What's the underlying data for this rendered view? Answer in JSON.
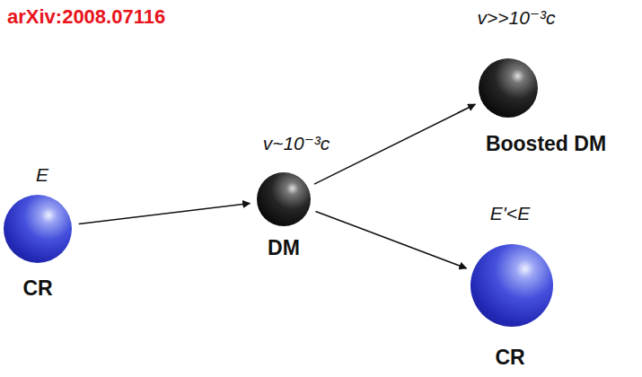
{
  "diagram": {
    "nodes": [
      {
        "text": [
          "E",
          "CR"
        ]
      },
      {
        "text": [
          "v~10⁻³c",
          "DM"
        ]
      },
      {
        "text": [
          "v>>10⁻³c",
          "Boosted DM"
        ]
      },
      {
        "text": [
          "E'<E",
          "CR"
        ]
      }
    ],
    "edges": [
      {
        "from": 0,
        "to": 1,
        "arrow": "to"
      },
      {
        "from": 1,
        "to": 2,
        "arrow": "to"
      },
      {
        "from": 1,
        "to": 3,
        "arrow": "to"
      }
    ],
    "labels": [
      "arXiv:2008.07116"
    ]
  }
}
